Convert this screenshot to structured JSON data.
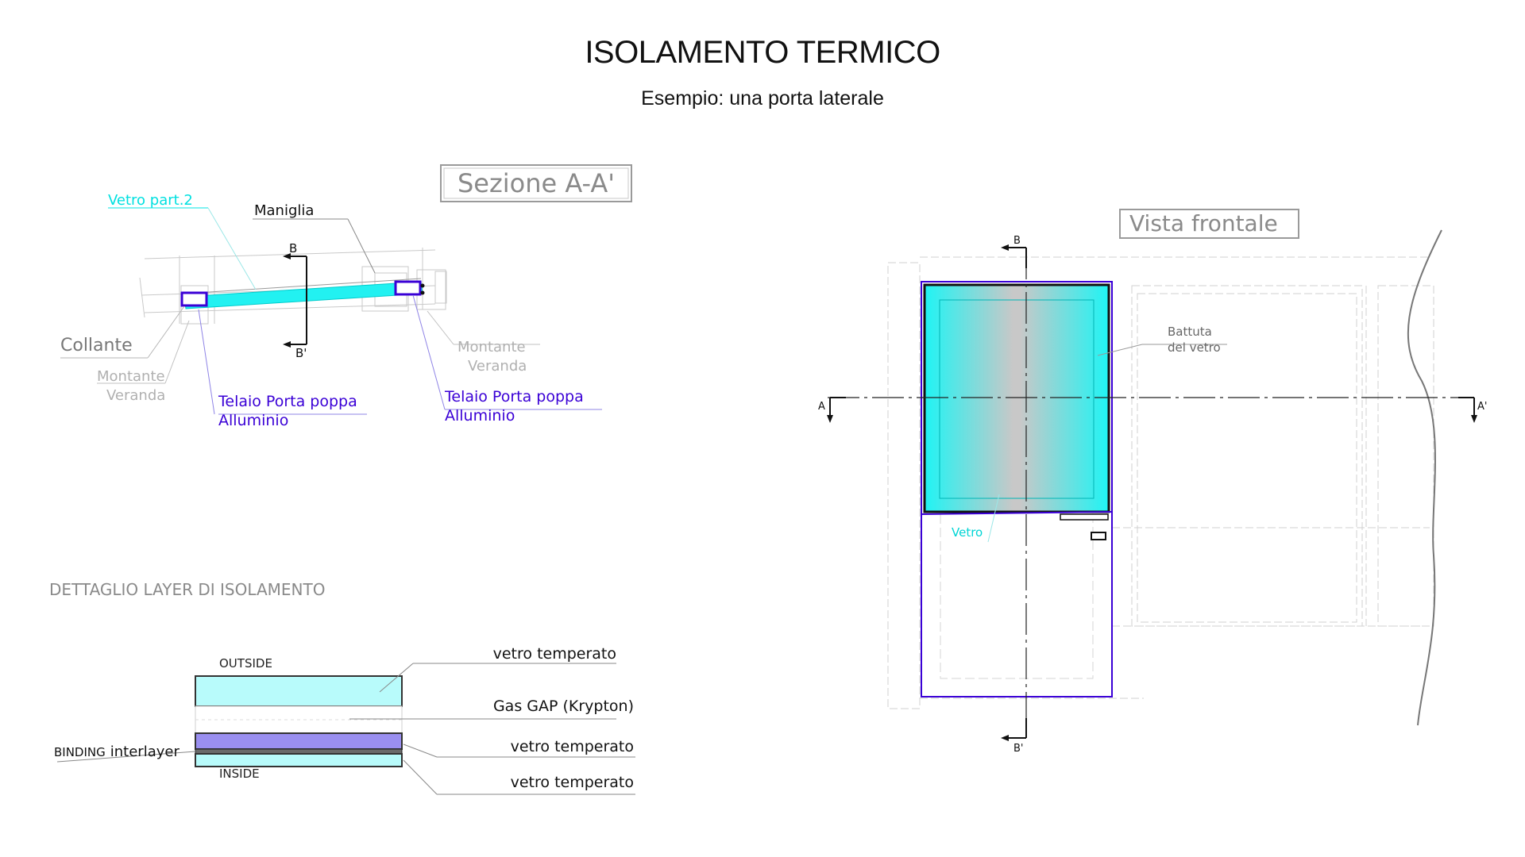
{
  "title": "ISOLAMENTO TERMICO",
  "subtitle": "Esempio: una porta laterale",
  "section": {
    "heading": "Sezione A-A'",
    "labels": {
      "glass": "Vetro part.2",
      "handle": "Maniglia",
      "adhesive": "Collante",
      "post_left_1": "Montante",
      "post_left_2": "Veranda",
      "post_right_1": "Montante",
      "post_right_2": "Veranda",
      "frame_left_1": "Telaio Porta poppa",
      "frame_left_2": "Alluminio",
      "frame_right_1": "Telaio Porta poppa",
      "frame_right_2": "Alluminio",
      "cut_b": "B",
      "cut_b_prime": "B'"
    }
  },
  "layers": {
    "heading": "DETTAGLIO LAYER DI ISOLAMENTO",
    "outside": "OUTSIDE",
    "inside": "INSIDE",
    "binding_prefix": "BINDING",
    "binding_suffix": "interlayer",
    "items": [
      "vetro temperato",
      "Gas GAP (Krypton)",
      "vetro temperato",
      "vetro temperato"
    ]
  },
  "front": {
    "heading": "Vista frontale",
    "glass_stop_1": "Battuta",
    "glass_stop_2": "del vetro",
    "glass": "Vetro",
    "cut_a": "A",
    "cut_a_prime": "A'",
    "cut_b": "B",
    "cut_b_prime": "B'"
  },
  "colors": {
    "cyan": "#00ffff",
    "glass_fill": "#33f0f0",
    "frame_purple": "#3a00d6",
    "interlayer": "#9a8ff0",
    "light_cyan": "#b8fbfb",
    "grey_line": "#b5b5b5"
  }
}
